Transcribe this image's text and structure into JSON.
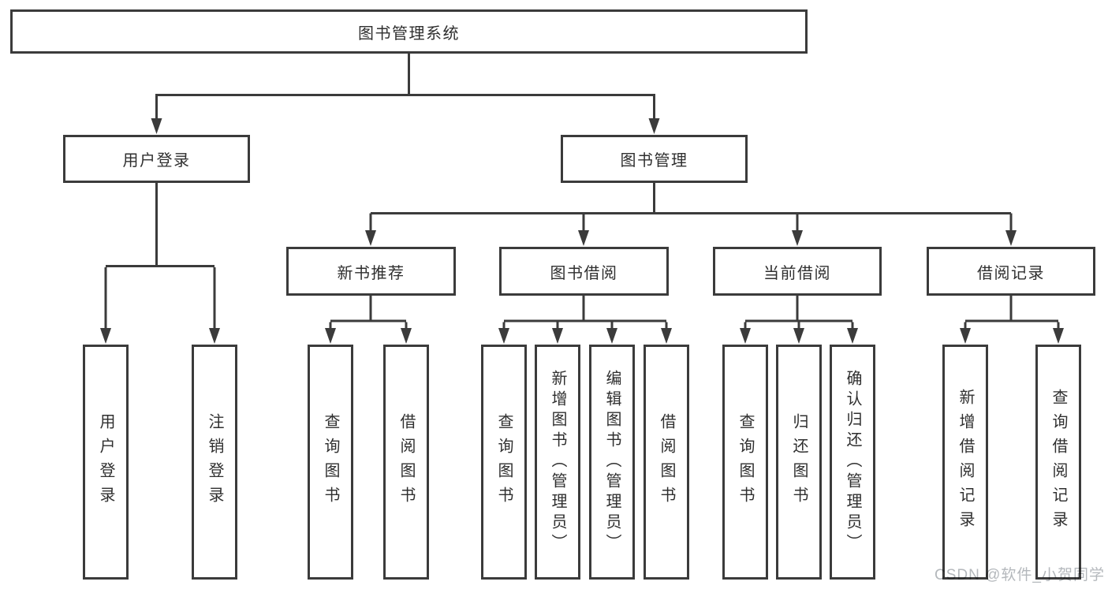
{
  "diagram": {
    "root": {
      "label": "图书管理系统"
    },
    "level2": [
      {
        "label": "用户登录"
      },
      {
        "label": "图书管理"
      }
    ],
    "level3": [
      {
        "label": "新书推荐"
      },
      {
        "label": "图书借阅"
      },
      {
        "label": "当前借阅"
      },
      {
        "label": "借阅记录"
      }
    ],
    "leaves": {
      "user_login": [
        "用户登录",
        "注销登录"
      ],
      "new_books": [
        "查询图书",
        "借阅图书"
      ],
      "book_borrowing": [
        "查询图书",
        "新增图书（管理员）",
        "编辑图书（管理员）",
        "借阅图书"
      ],
      "current_borrowing": [
        "查询图书",
        "归还图书",
        "确认归还（管理员）"
      ],
      "borrowing_records": [
        "新增借阅记录",
        "查询借阅记录"
      ]
    },
    "watermark": "CSDN @软件_小贺同学",
    "colors": {
      "line": "#3b3b3b",
      "box_background": "#ffffff",
      "text": "#2f2f2f",
      "watermark": "#b4b8bc"
    }
  }
}
